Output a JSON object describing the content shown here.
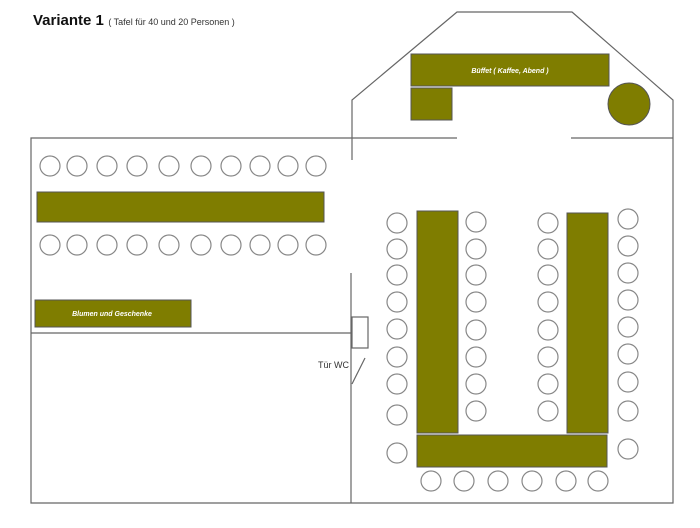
{
  "title": {
    "main": "Variante 1",
    "sub": "( Tafel für 40 und 20 Personen )"
  },
  "labels": {
    "buffet": "Büffet ( Kaffee, Abend )",
    "flowers": "Blumen und Geschenke",
    "door_wc": "Tür WC"
  },
  "colors": {
    "table": "#7f7d00",
    "wall": "#666666",
    "chair": "#888888"
  },
  "seating": {
    "long_table_seats": 20,
    "u_table_seats": 40
  }
}
